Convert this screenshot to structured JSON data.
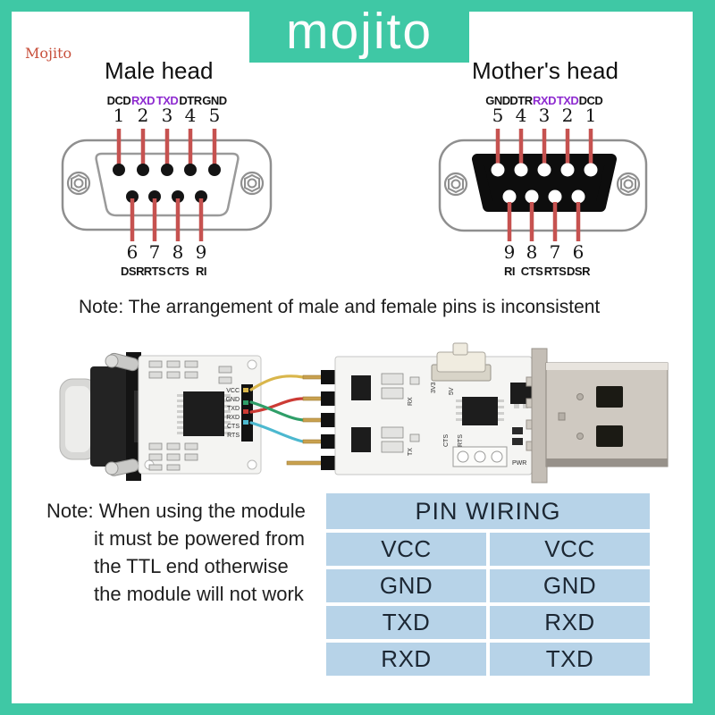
{
  "colors": {
    "teal": "#3fc8a5",
    "purple_signal": "#8e2bd0",
    "pin_line_red": "#c65250",
    "label_dark": "#141414",
    "table_cell_blue": "#b7d3e8",
    "table_text": "#1c2733",
    "watermark_red": "#c8503c",
    "wire_yellow": "#d9b64b",
    "wire_red": "#cc3b35",
    "wire_green": "#2f9e68",
    "wire_cyan": "#4cb8cf"
  },
  "brand": {
    "banner": "mojito",
    "watermark": "Mojito"
  },
  "male_diagram": {
    "title": "Male head",
    "top_pins": [
      {
        "num": "1",
        "label": "DCD"
      },
      {
        "num": "2",
        "label": "RXD"
      },
      {
        "num": "3",
        "label": "TXD"
      },
      {
        "num": "4",
        "label": "DTR"
      },
      {
        "num": "5",
        "label": "GND"
      }
    ],
    "bottom_pins": [
      {
        "num": "6",
        "label": "DSR"
      },
      {
        "num": "7",
        "label": "RTS"
      },
      {
        "num": "8",
        "label": "CTS"
      },
      {
        "num": "9",
        "label": "RI"
      }
    ]
  },
  "female_diagram": {
    "title": "Mother's head",
    "top_pins": [
      {
        "num": "5",
        "label": "GND"
      },
      {
        "num": "4",
        "label": "DTR"
      },
      {
        "num": "3",
        "label": "RXD"
      },
      {
        "num": "2",
        "label": "TXD"
      },
      {
        "num": "1",
        "label": "DCD"
      }
    ],
    "bottom_pins": [
      {
        "num": "9",
        "label": "RI"
      },
      {
        "num": "8",
        "label": "CTS"
      },
      {
        "num": "7",
        "label": "RTS"
      },
      {
        "num": "6",
        "label": "DSR"
      }
    ]
  },
  "notes": {
    "inconsistent": "Note: The arrangement of male and female pins is inconsistent",
    "power_line1": "Note: When using the module",
    "power_line2": "it must be powered from",
    "power_line3": "the TTL end otherwise",
    "power_line4": "the module will not work"
  },
  "module_photo": {
    "adapter_pin_labels": [
      "VCC",
      "GND",
      "TXD",
      "RXD",
      "CTS",
      "RTS"
    ],
    "silkscreen": {
      "rx": "RX",
      "tx": "TX",
      "cts": "CTS",
      "rts": "RTS",
      "pwr": "PWR",
      "v33": "3V3",
      "v5": "5V"
    }
  },
  "wiring_table": {
    "title": "PIN WIRING",
    "rows": [
      [
        "VCC",
        "VCC"
      ],
      [
        "GND",
        "GND"
      ],
      [
        "TXD",
        "RXD"
      ],
      [
        "RXD",
        "TXD"
      ]
    ]
  }
}
